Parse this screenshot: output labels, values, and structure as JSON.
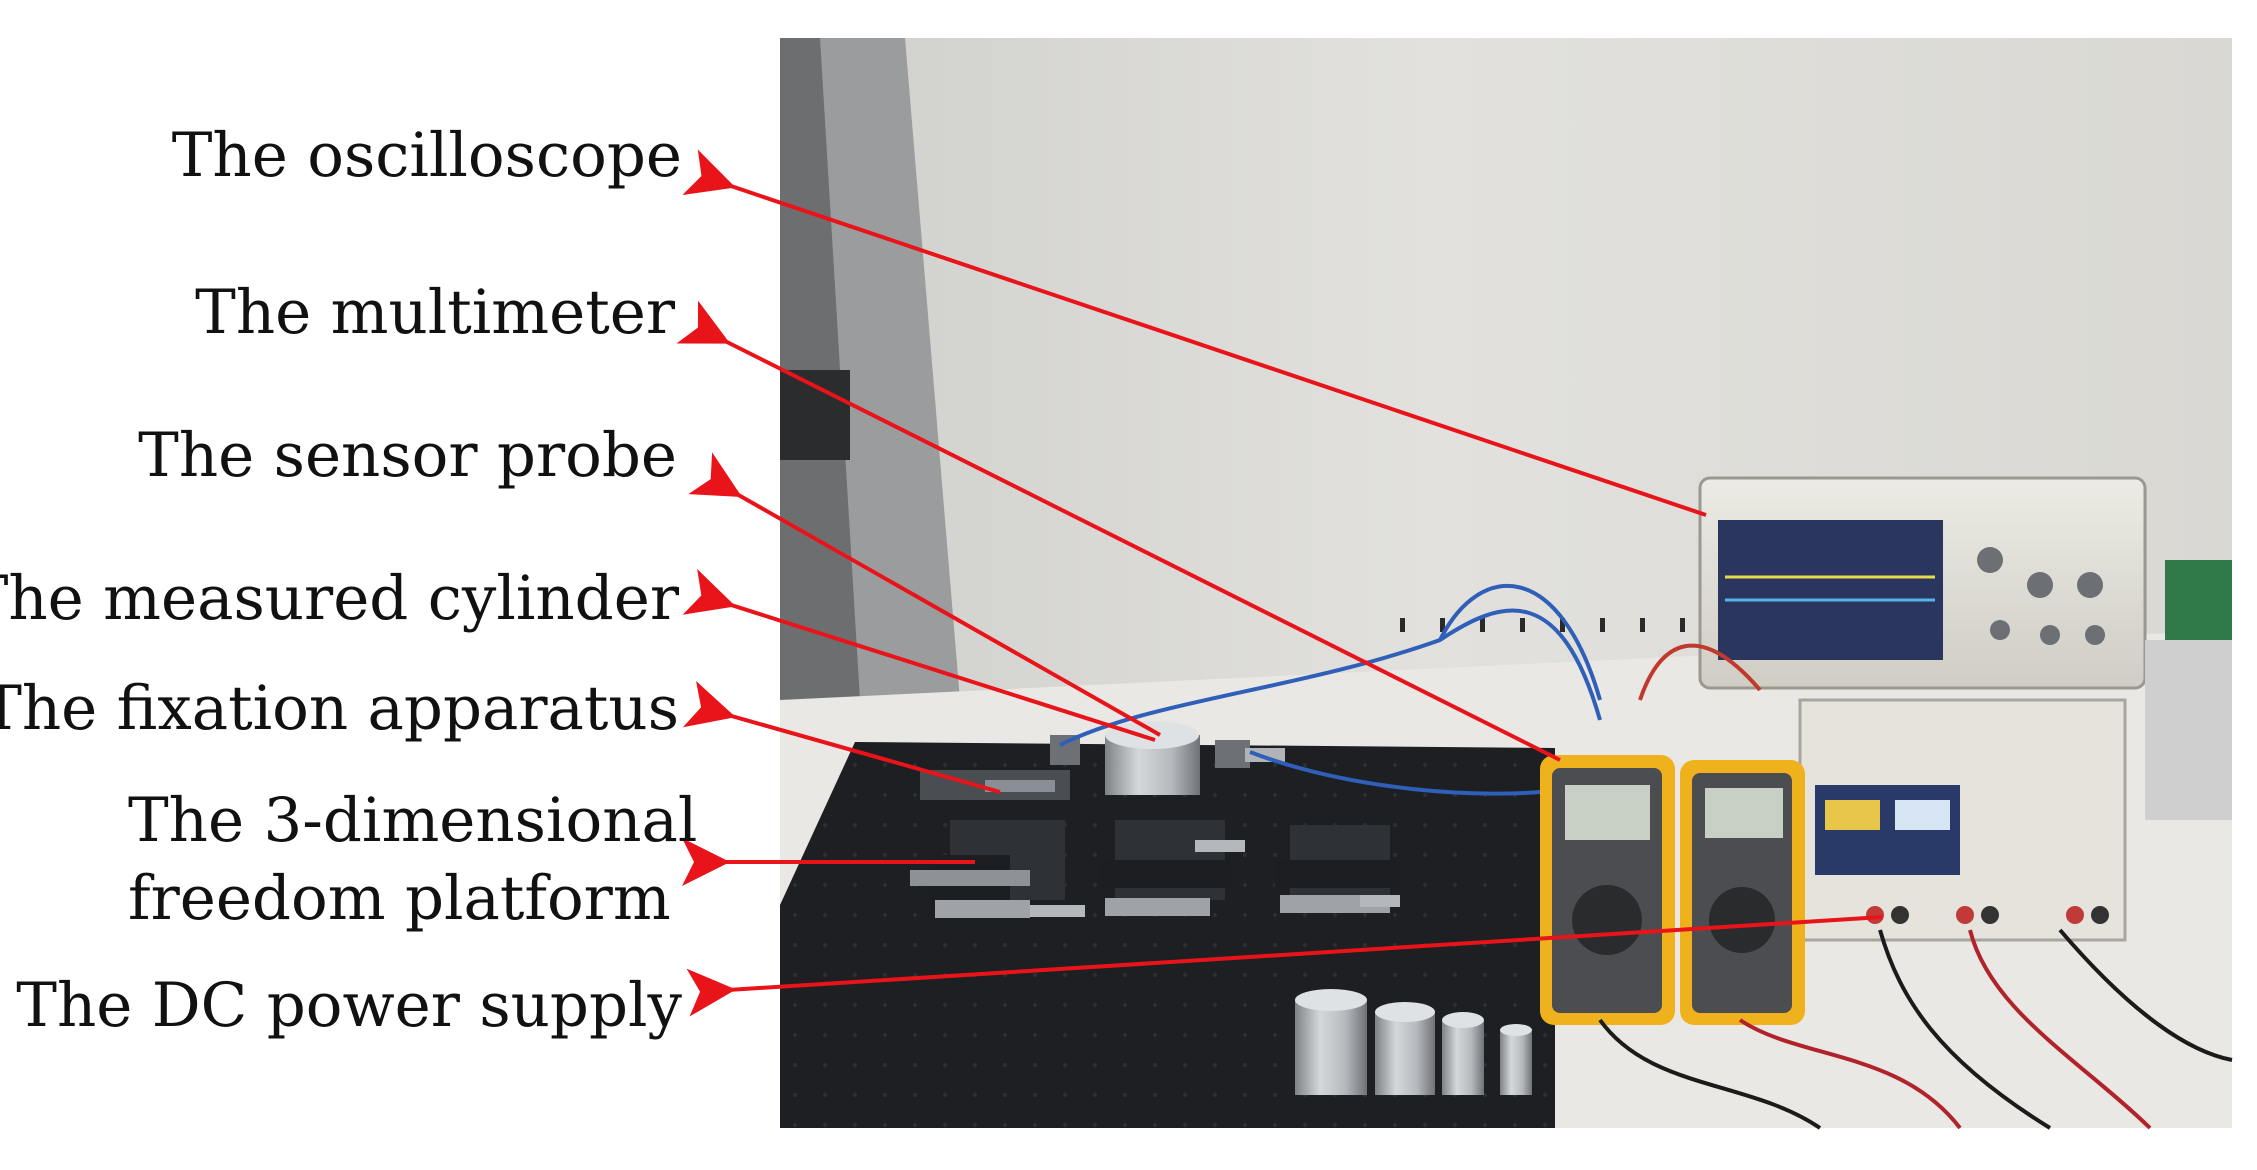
{
  "labels": {
    "oscilloscope": "The oscilloscope",
    "multimeter": "The multimeter",
    "sensor_probe": "The sensor probe",
    "measured_cylinder": "The measured cylinder",
    "fixation_apparatus": "The fixation apparatus",
    "platform_line1": "The 3-dimensional",
    "platform_line2": "freedom platform",
    "dc_power_supply": "The DC power supply"
  },
  "colors": {
    "arrow": "#e8141a",
    "text": "#111111"
  }
}
